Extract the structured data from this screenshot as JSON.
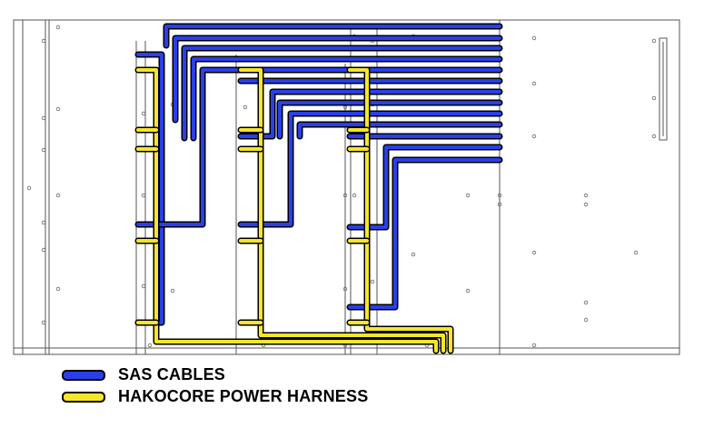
{
  "colors": {
    "sas": "#2a3fe8",
    "power": "#f7e52a",
    "outline": "#000000",
    "chassis": "#555555"
  },
  "legend": [
    {
      "label": "SAS CABLES",
      "color_key": "sas",
      "icon": "blue-cable-swatch"
    },
    {
      "label": "HAKOCORE POWER HARNESS",
      "color_key": "power",
      "icon": "yellow-cable-swatch"
    }
  ]
}
